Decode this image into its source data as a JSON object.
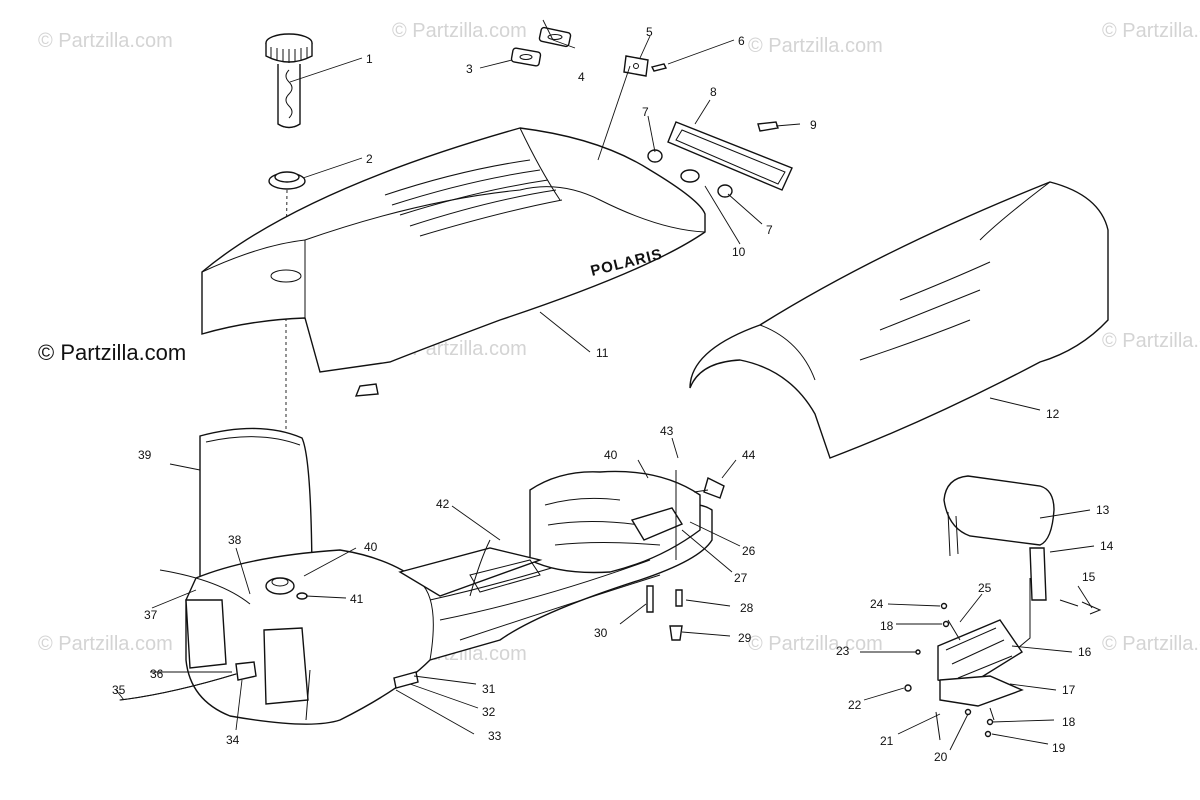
{
  "watermark": {
    "text": "© Partzilla.com",
    "color": "#d4d4d4"
  },
  "diagram": {
    "brand_label": "POLARIS",
    "callouts": [
      "1",
      "2",
      "3",
      "4",
      "5",
      "6",
      "7",
      "8",
      "9",
      "10",
      "7",
      "11",
      "12",
      "13",
      "14",
      "15",
      "16",
      "17",
      "18",
      "19",
      "20",
      "21",
      "22",
      "23",
      "18",
      "24",
      "25",
      "26",
      "27",
      "28",
      "29",
      "30",
      "31",
      "32",
      "33",
      "34",
      "35",
      "36",
      "37",
      "38",
      "39",
      "40",
      "41",
      "42",
      "40",
      "43",
      "44"
    ]
  }
}
